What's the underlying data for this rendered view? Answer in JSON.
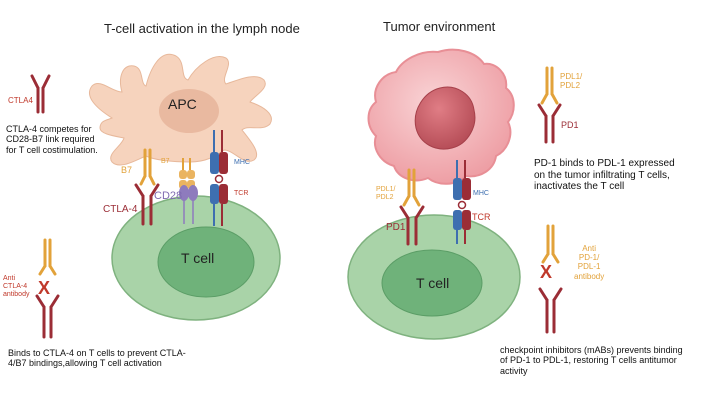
{
  "titles": {
    "left": "T-cell activation in the lymph node",
    "right": "Tumor environment"
  },
  "left_panel": {
    "ctla4_legend": "CTLA4",
    "ctla4_note": "CTLA-4 competes for CD28-B7 link required for T cell costimulation.",
    "apc": "APC",
    "b7_a": "B7",
    "b7_b": "B7",
    "mhc": "MHC",
    "tcr": "TCR",
    "ctla4_label": "CTLA-4",
    "cd28": "CD28",
    "t_cell": "T cell",
    "antibody_label": "Anti\nCTLA-4\nantibody",
    "antibody_note": "Binds to CTLA-4 on T cells to prevent CTLA-4/B7 bindings,allowing T cell activation"
  },
  "right_panel": {
    "pdl1_legend": "PDL1/\nPDL2",
    "pd1_legend": "PD1",
    "pd1_note": "PD-1 binds to PDL-1 expressed on the tumor infiltrating T cells, inactivates the T cell",
    "pdl1_tumor": "PDL1/\nPDL2",
    "mhc": "MHC",
    "pd1": "PD1",
    "tcr": "TCR",
    "t_cell": "T cell",
    "antibody_label": "Anti\nPD-1/\nPDL-1\nantibody",
    "checkpoint_note": "checkpoint inhibitors (mABs) prevents binding of PD-1 to PDL-1, restoring T cells antitumor activity",
    "block_mark": "X"
  },
  "colors": {
    "apc_fill": "#f6d3bd",
    "tcell_outer": "#a9d3a8",
    "tcell_inner": "#6fb27a",
    "receptor": "#9b2d36",
    "ligand": "#e2a23a",
    "mhc": "#3e6fb0",
    "cd28": "#7f6bb0",
    "tumor": "#f2b7bb",
    "nucleus": "#c65a63"
  }
}
